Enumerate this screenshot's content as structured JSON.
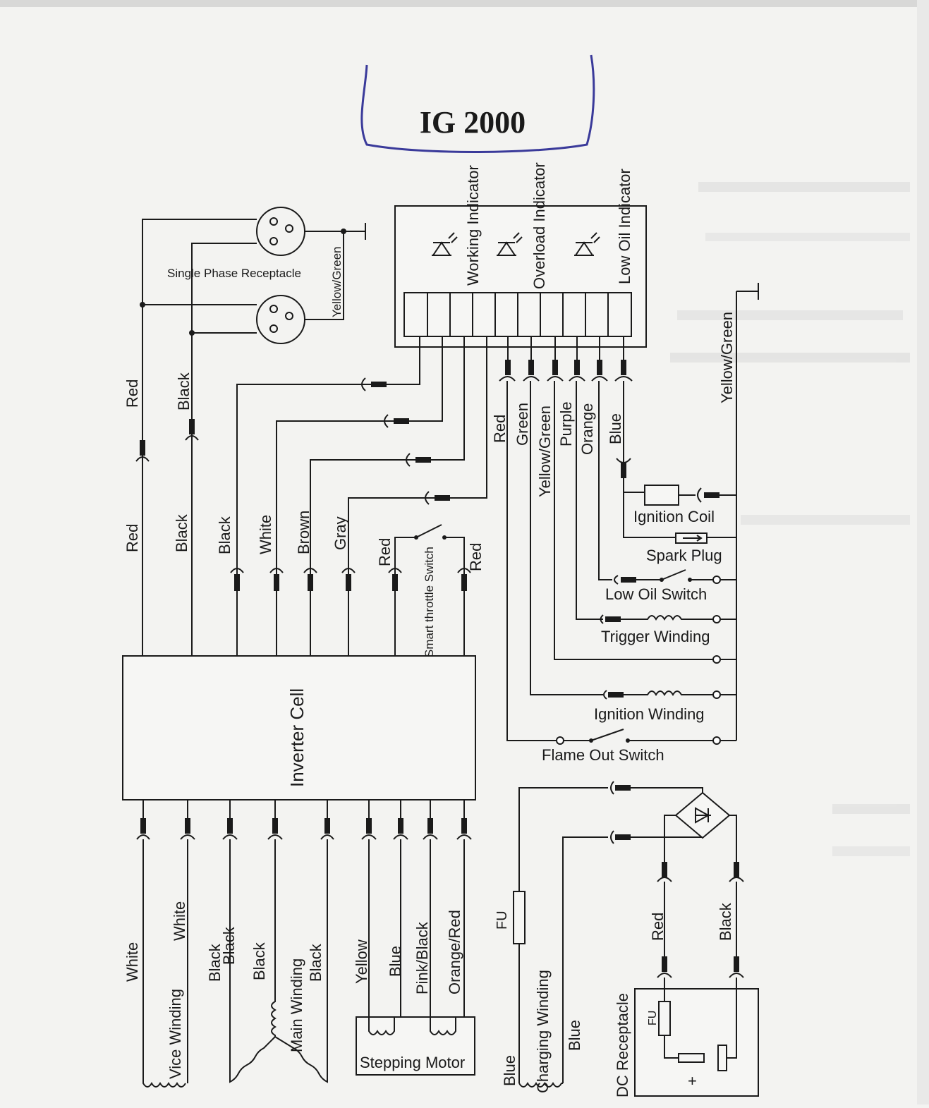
{
  "title": "IG 2000",
  "blocks": {
    "inverter_cell": "Inverter Cell",
    "stepping_motor": "Stepping Motor",
    "dc_receptacle": "DC Receptacle",
    "single_phase_receptacle": "Single Phase Receptacle"
  },
  "indicators": {
    "working": "Working Indicator",
    "overload": "Overload Indicator",
    "low_oil": "Low Oil Indicator"
  },
  "components": {
    "ignition_coil": "Ignition Coil",
    "spark_plug": "Spark Plug",
    "low_oil_switch": "Low Oil Switch",
    "trigger_winding": "Trigger Winding",
    "ignition_winding": "Ignition Winding",
    "flame_out_switch": "Flame Out Switch",
    "smart_throttle_switch": "Smart throttle Switch",
    "main_winding": "Main Winding",
    "vice_winding": "Vice Winding",
    "charging_winding": "Charging Winding",
    "fuse_1": "FU",
    "fuse_2": "FU",
    "plus": "+"
  },
  "wires": {
    "receptacle_ground": "Yellow/Green",
    "top_red": "Red",
    "top_black": "Black",
    "left_red": "Red",
    "left_black": "Black",
    "inv_black": "Black",
    "inv_white": "White",
    "inv_brown": "Brown",
    "inv_gray": "Gray",
    "throttle_red_1": "Red",
    "throttle_red_2": "Red",
    "ctrl_red": "Red",
    "ctrl_green": "Green",
    "ctrl_yellow_green": "Yellow/Green",
    "ctrl_purple": "Purple",
    "ctrl_orange": "Orange",
    "ctrl_blue": "Blue",
    "right_ground": "Yellow/Green",
    "bottom_white_1": "White",
    "bottom_white_2": "White",
    "bottom_black_1": "Black",
    "bottom_black_2": "Black",
    "bottom_black_3": "Black",
    "bottom_black_4": "Black",
    "bottom_yellow": "Yellow",
    "bottom_blue": "Blue",
    "bottom_pink_black": "Pink/Black",
    "bottom_orange_red": "Orange/Red",
    "charge_blue_1": "Blue",
    "charge_blue_2": "Blue",
    "dc_red": "Red",
    "dc_black": "Black"
  }
}
